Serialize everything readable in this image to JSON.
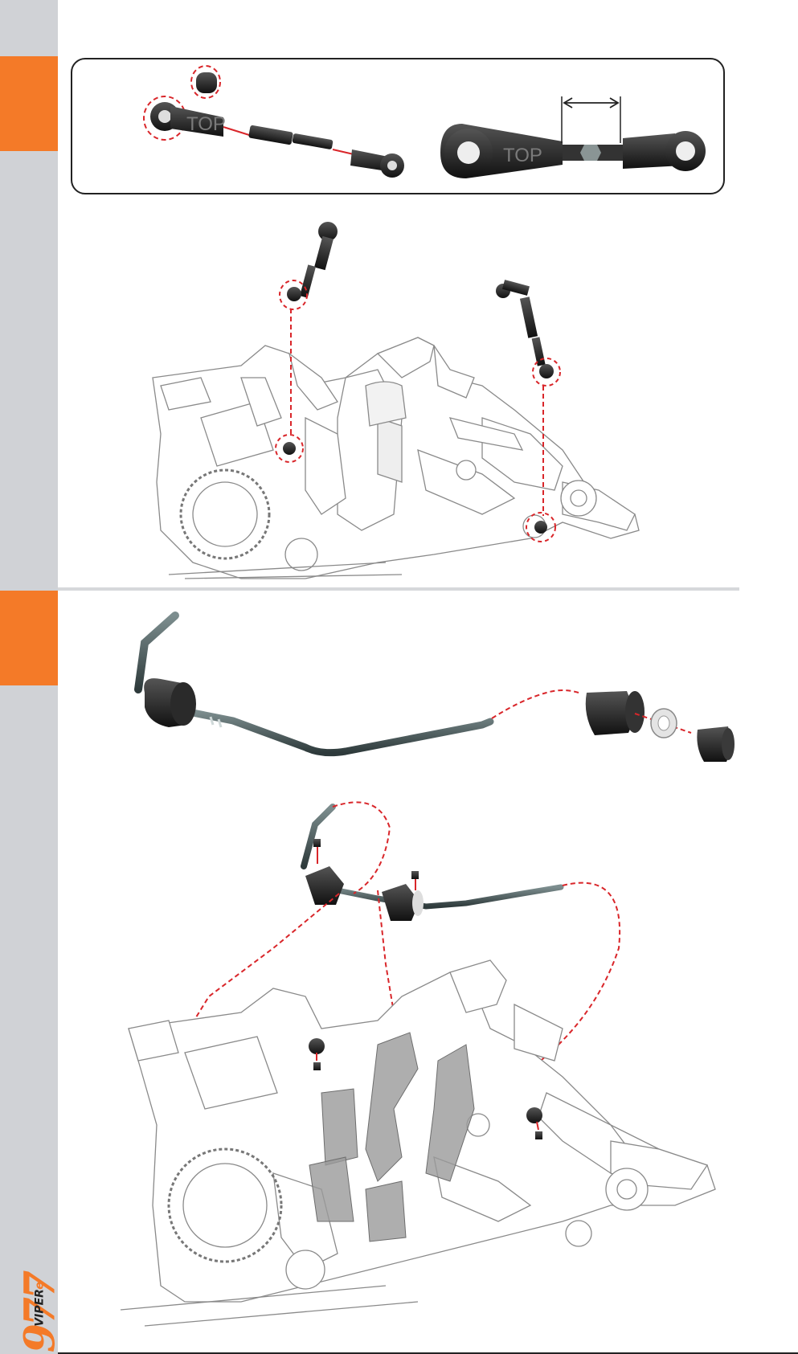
{
  "labels": {
    "top_left": "TOP",
    "top_right": "TOP"
  },
  "logo": {
    "number": "977",
    "name": "VIPER",
    "suffix": "e"
  },
  "colors": {
    "accent": "#f47a28",
    "sidebar": "#d0d2d6",
    "dash": "#d9262a",
    "part_dark": "#2b2b2b",
    "bar_teal": "#5b6b6c"
  },
  "icons": {
    "measure": "double-arrow-icon"
  }
}
